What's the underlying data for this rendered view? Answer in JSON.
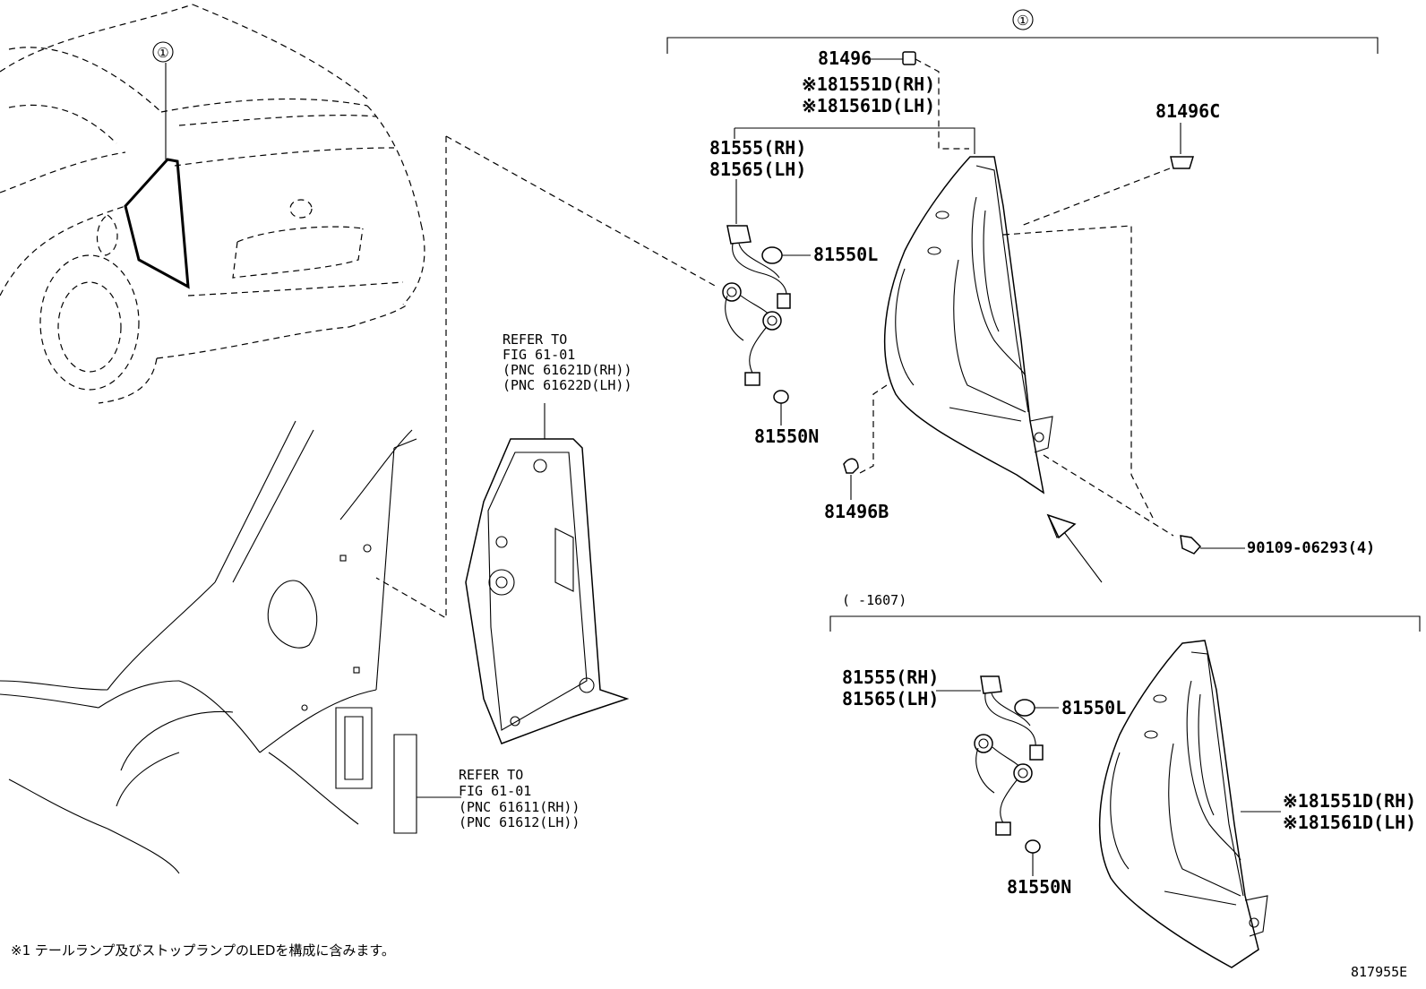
{
  "callouts": {
    "main_top": "①",
    "car_view": "①"
  },
  "labels": {
    "p81496": "81496",
    "p815510_rh": "※181551D(RH)",
    "p815610_lh": "※181561D(LH)",
    "p81496c": "81496C",
    "p81555_rh": "81555(RH)",
    "p81565_lh": "81565(LH)",
    "p81550l": "81550L",
    "p81550n": "81550N",
    "p81496b": "81496B",
    "p90109": "90109-06293(4)"
  },
  "lower_group": {
    "range": "(      -1607)",
    "p81555_rh": "81555(RH)",
    "p81565_lh": "81565(LH)",
    "p81550l": "81550L",
    "p81550n": "81550N",
    "p815510_rh": "※181551D(RH)",
    "p815610_lh": "※181561D(LH)"
  },
  "refer_upper": {
    "line1": "REFER TO",
    "line2": "FIG 61-01",
    "line3": "(PNC 61621D(RH))",
    "line4": "(PNC 61622D(LH))"
  },
  "refer_lower": {
    "line1": "REFER TO",
    "line2": "FIG 61-01",
    "line3": "(PNC 61611(RH))",
    "line4": "(PNC 61612(LH))"
  },
  "footnote": "※1 テールランプ及びストップランプのLEDを構成に含みます。",
  "drawing_id": "817955E"
}
